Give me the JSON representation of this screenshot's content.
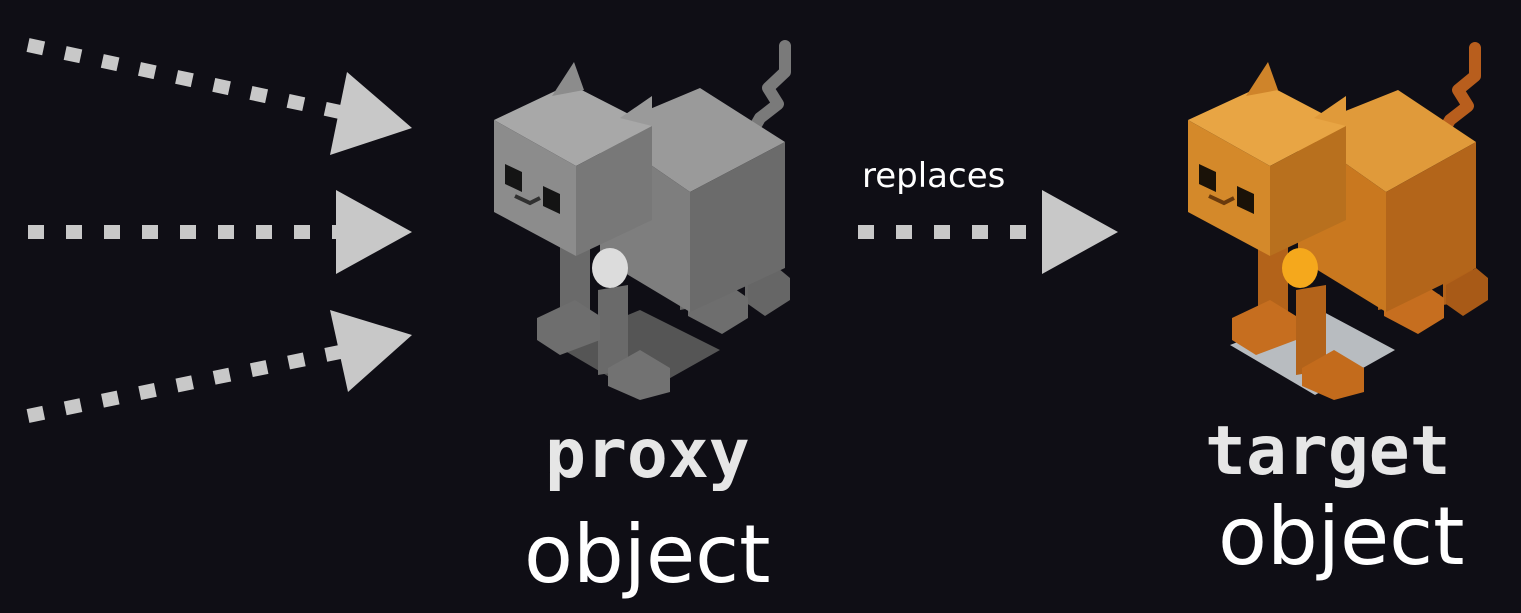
{
  "proxy": {
    "name": "proxy",
    "kind": "object"
  },
  "target": {
    "name": "target",
    "kind": "object"
  },
  "relation": {
    "label": "replaces"
  },
  "colors": {
    "background": "#0f0e15",
    "arrow": "#c8c8c8",
    "proxy_cat": "#8f8f8f",
    "target_cat": "#d3861f"
  },
  "icons": {
    "proxy_cat": "cat-icon",
    "target_cat": "cat-icon",
    "arrows": "dotted-arrow-icon"
  }
}
